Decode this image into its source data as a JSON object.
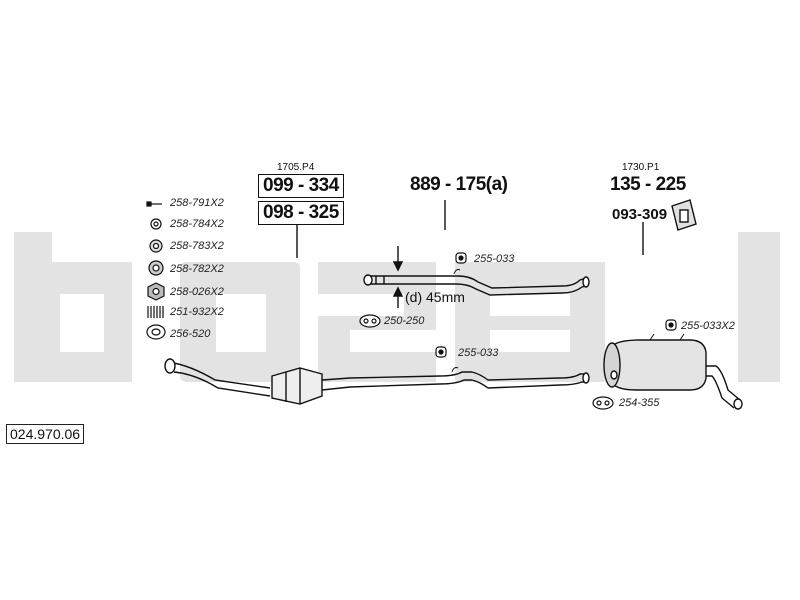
{
  "reference_number": "024.970.06",
  "watermark": "bosal",
  "parts": {
    "front_pipe_code": "1705.P4",
    "front_pipe_primary": "099 - 334",
    "front_pipe_secondary": "098 - 325",
    "middle_pipe": "889 - 175(a)",
    "rear_silencer_code": "1730.P1",
    "rear_silencer": "135 - 225",
    "rear_silencer_alt": "093-309"
  },
  "fittings": [
    {
      "label": "258-791X2",
      "icon": "bolt-icon"
    },
    {
      "label": "258-784X2",
      "icon": "washer-icon"
    },
    {
      "label": "258-783X2",
      "icon": "nut-icon"
    },
    {
      "label": "258-782X2",
      "icon": "flange-nut-icon"
    },
    {
      "label": "258-026X2",
      "icon": "hex-nut-icon"
    },
    {
      "label": "251-932X2",
      "icon": "spring-icon"
    },
    {
      "label": "256-520",
      "icon": "gasket-icon"
    }
  ],
  "callouts": {
    "hanger_middle_top": "255-033",
    "clamp_middle": "250-250",
    "hanger_lower": "255-033",
    "hanger_rear": "255-033X2",
    "clamp_rear": "254-355"
  },
  "dimension_label": "(d) 45mm",
  "colors": {
    "line": "#111111",
    "watermark": "#e3e3e3",
    "fill": "#cfcfcf"
  }
}
